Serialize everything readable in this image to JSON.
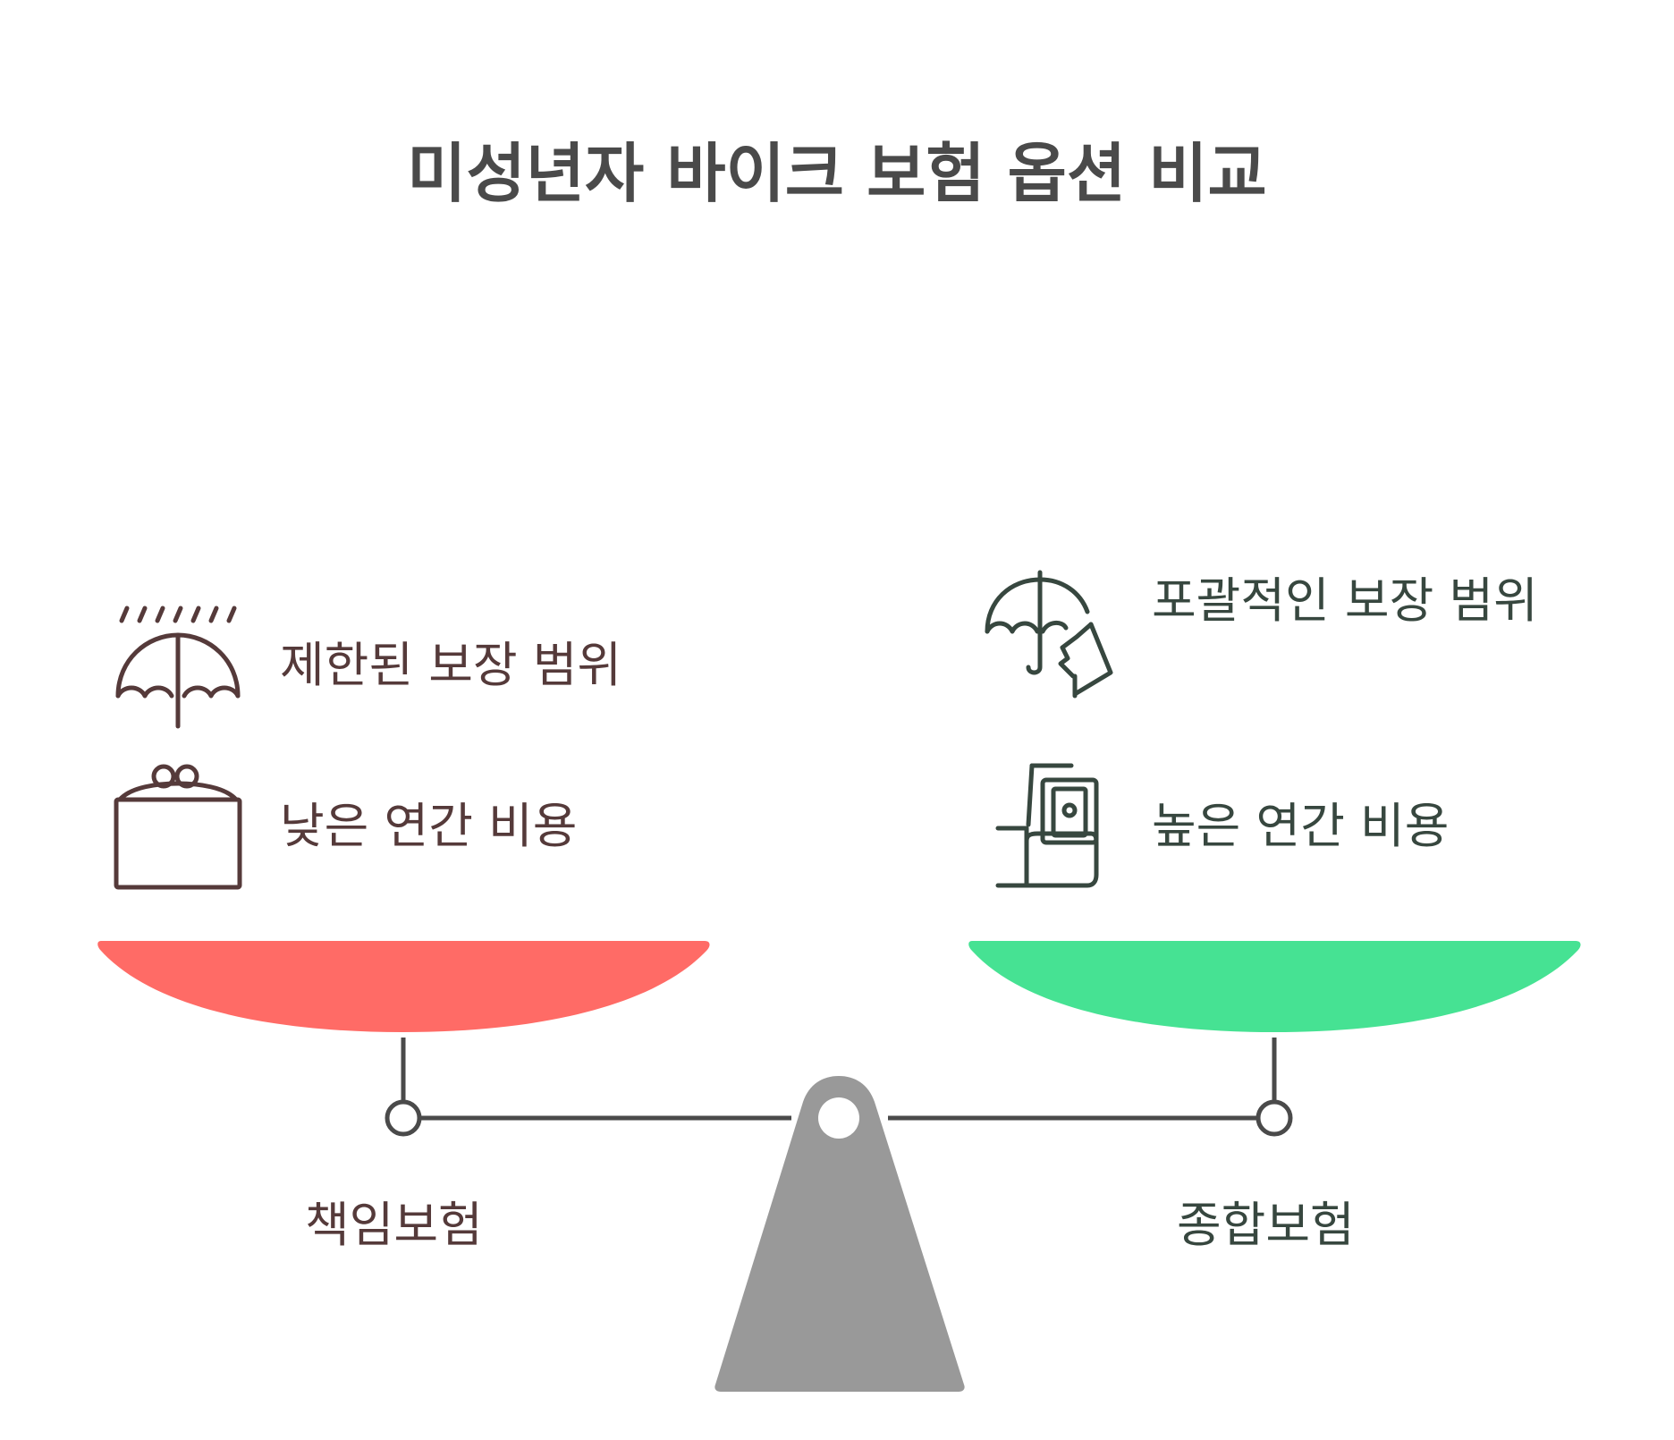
{
  "title": "미성년자 바이크 보험 옵션 비교",
  "left": {
    "name": "책임보험",
    "color": "#ff6b66",
    "text_color": "#553a3a",
    "items": [
      {
        "label": "제한된 보장 범위",
        "icon": "umbrella-rain-icon"
      },
      {
        "label": "낮은 연간 비용",
        "icon": "purse-icon"
      }
    ]
  },
  "right": {
    "name": "종합보험",
    "color": "#46e293",
    "text_color": "#37473f",
    "items": [
      {
        "label": "포괄적인 보장 범위",
        "icon": "umbrella-hand-icon"
      },
      {
        "label": "높은 연간 비용",
        "icon": "hand-money-icon"
      }
    ]
  }
}
